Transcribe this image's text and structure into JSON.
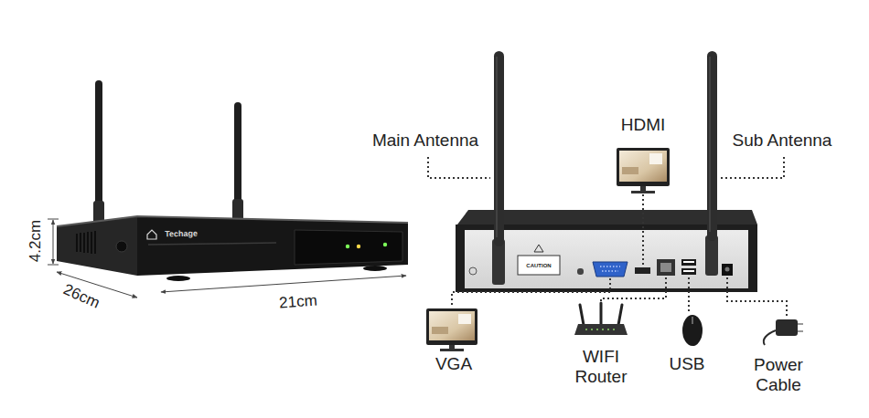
{
  "diagram": {
    "labels": [
      "Techage",
      "4.2cm",
      "26cm",
      "21cm",
      "Main Antenna",
      "HDMI",
      "Sub Antenna",
      "CAUTION",
      "VGA",
      "WIFI Router",
      "USB",
      "Power Cable"
    ]
  }
}
